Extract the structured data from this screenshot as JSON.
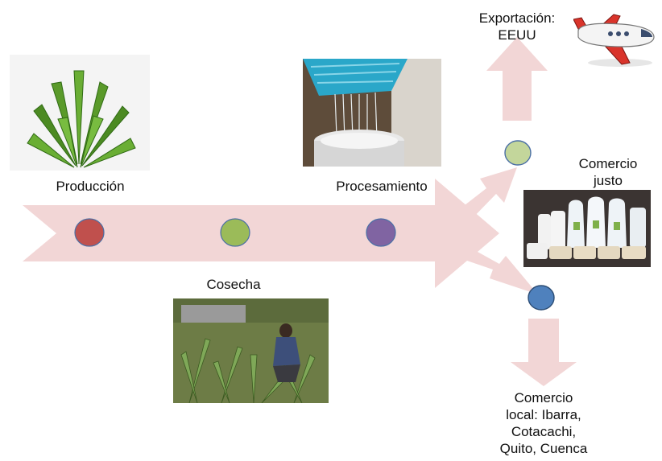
{
  "stages": {
    "produccion": "Producción",
    "cosecha": "Cosecha",
    "procesamiento": "Procesamiento"
  },
  "destinations": {
    "exportacion": [
      "Exportación:",
      "EEUU"
    ],
    "comercio_justo": [
      "Comercio",
      "justo"
    ],
    "comercio_local": [
      "Comercio",
      "local: Ibarra,",
      "Cotacachi,",
      "Quito, Cuenca"
    ]
  },
  "colors": {
    "arrow": "#f2d6d6",
    "produccion_dot": "#c0504d",
    "cosecha_dot": "#9bbb59",
    "procesamiento_dot": "#8064a2",
    "exportacion_dot": "#c3d69b",
    "local_dot": "#4f81bd"
  },
  "icons": {
    "produccion": "aloe-plant-icon",
    "procesamiento": "processing-photo",
    "cosecha": "harvest-photo",
    "exportacion": "airplane-icon",
    "comercio_justo": "products-photo"
  }
}
